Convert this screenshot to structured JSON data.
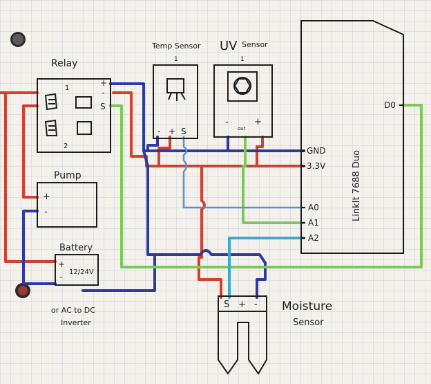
{
  "diagram": {
    "components": {
      "relay": {
        "title": "Relay",
        "pin_top": "1",
        "pin_bottom": "2",
        "pins": [
          "+",
          "-",
          "S"
        ]
      },
      "temp_sensor": {
        "title": "Temp Sensor",
        "pin_top": "1",
        "pins": [
          "-",
          "+",
          "S"
        ]
      },
      "uv_sensor": {
        "title_big": "UV",
        "title_small": "Sensor",
        "pin_top": "1",
        "pins": [
          "-",
          "out",
          "+"
        ]
      },
      "pump": {
        "title": "Pump",
        "pins": [
          "+",
          "-"
        ]
      },
      "battery": {
        "title": "Battery",
        "pins": [
          "+",
          "-"
        ],
        "voltage": "12/24V"
      },
      "battery_alt": {
        "line1": "or AC to DC",
        "line2": "Inverter"
      },
      "board": {
        "title": "LinkIt 7688 Duo",
        "pins": [
          "GND",
          "3.3V",
          "A0",
          "A1",
          "A2",
          "D0"
        ]
      },
      "moisture_sensor": {
        "title": "Moisture",
        "subtitle": "Sensor",
        "pins": [
          "S",
          "+",
          "-"
        ]
      }
    },
    "wire_colors": {
      "power_red": "#d2402f",
      "ground_blue": "#2e3a9e",
      "signal_green": "#7fc75a",
      "signal_lightblue": "#5a8fd0",
      "signal_cyan": "#3fa8c8"
    },
    "grid_color": "#c9cfd6"
  }
}
